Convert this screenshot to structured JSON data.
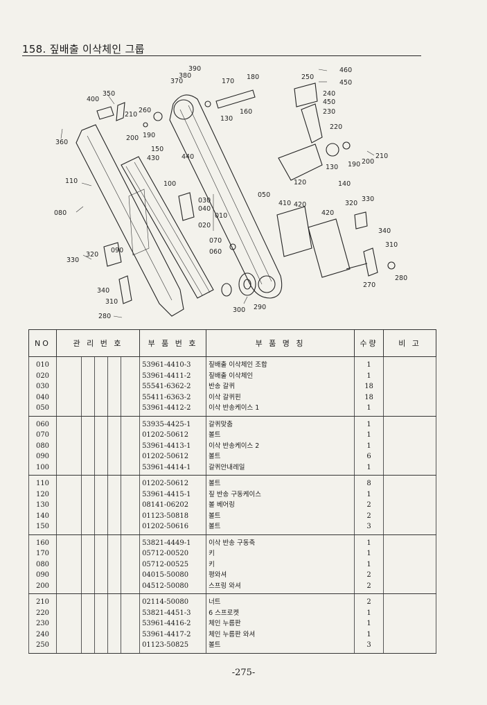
{
  "page": {
    "title": "158. 짚배출 이삭체인 그룹",
    "page_number": "-275-"
  },
  "table": {
    "headers": [
      "NO",
      "관 리 번 호",
      "부 품 번 호",
      "부 품 명 칭",
      "수량",
      "비 고"
    ],
    "groups": [
      [
        {
          "no": "010",
          "part_no": "53961-4410-3",
          "name": "짚배출 이삭체인 조합",
          "qty": "1"
        },
        {
          "no": "020",
          "part_no": "53961-4411-2",
          "name": "짚배출 이삭체인",
          "qty": "1"
        },
        {
          "no": "030",
          "part_no": "55541-6362-2",
          "name": "반송 갈퀴",
          "qty": "18"
        },
        {
          "no": "040",
          "part_no": "55411-6363-2",
          "name": "이삭 갈퀴핀",
          "qty": "18"
        },
        {
          "no": "050",
          "part_no": "53961-4412-2",
          "name": "이삭 반송케이스 1",
          "qty": "1"
        }
      ],
      [
        {
          "no": "060",
          "part_no": "53935-4425-1",
          "name": "갈퀴맞춤",
          "qty": "1"
        },
        {
          "no": "070",
          "part_no": "01202-50612",
          "name": "볼트",
          "qty": "1"
        },
        {
          "no": "080",
          "part_no": "53961-4413-1",
          "name": "이삭 반송케이스 2",
          "qty": "1"
        },
        {
          "no": "090",
          "part_no": "01202-50612",
          "name": "볼트",
          "qty": "6"
        },
        {
          "no": "100",
          "part_no": "53961-4414-1",
          "name": "갈퀴안내레일",
          "qty": "1"
        }
      ],
      [
        {
          "no": "110",
          "part_no": "01202-50612",
          "name": "볼트",
          "qty": "8"
        },
        {
          "no": "120",
          "part_no": "53961-4415-1",
          "name": "짚 반송 구동케이스",
          "qty": "1"
        },
        {
          "no": "130",
          "part_no": "08141-06202",
          "name": "볼 베어링",
          "qty": "2"
        },
        {
          "no": "140",
          "part_no": "01123-50818",
          "name": "볼트",
          "qty": "2"
        },
        {
          "no": "150",
          "part_no": "01202-50616",
          "name": "볼트",
          "qty": "3"
        }
      ],
      [
        {
          "no": "160",
          "part_no": "53821-4449-1",
          "name": "이삭 반송 구동축",
          "qty": "1"
        },
        {
          "no": "170",
          "part_no": "05712-00520",
          "name": "키",
          "qty": "1"
        },
        {
          "no": "080",
          "part_no": "05712-00525",
          "name": "키",
          "qty": "1"
        },
        {
          "no": "090",
          "part_no": "04015-50080",
          "name": "평와셔",
          "qty": "2"
        },
        {
          "no": "200",
          "part_no": "04512-50080",
          "name": "스프링 와셔",
          "qty": "2"
        }
      ],
      [
        {
          "no": "210",
          "part_no": "02114-50080",
          "name": "너트",
          "qty": "2"
        },
        {
          "no": "220",
          "part_no": "53821-4451-3",
          "name": "6 스프로켓",
          "qty": "1"
        },
        {
          "no": "230",
          "part_no": "53961-4416-2",
          "name": "체인 누름판",
          "qty": "1"
        },
        {
          "no": "240",
          "part_no": "53961-4417-2",
          "name": "체인 누름판 와셔",
          "qty": "1"
        },
        {
          "no": "250",
          "part_no": "01123-50825",
          "name": "볼트",
          "qty": "3"
        }
      ]
    ]
  },
  "diagram_labels": [
    "390",
    "380",
    "370",
    "170",
    "180",
    "250",
    "460",
    "450",
    "350",
    "400",
    "260",
    "210",
    "200",
    "190",
    "130",
    "160",
    "240",
    "450",
    "230",
    "360",
    "150",
    "430",
    "440",
    "220",
    "210",
    "200",
    "190",
    "130",
    "120",
    "140",
    "110",
    "100",
    "080",
    "030",
    "040",
    "020",
    "010",
    "050",
    "410",
    "420",
    "420",
    "320",
    "330",
    "340",
    "310",
    "070",
    "060",
    "090",
    "320",
    "330",
    "340",
    "310",
    "280",
    "300",
    "290",
    "270",
    "280"
  ]
}
